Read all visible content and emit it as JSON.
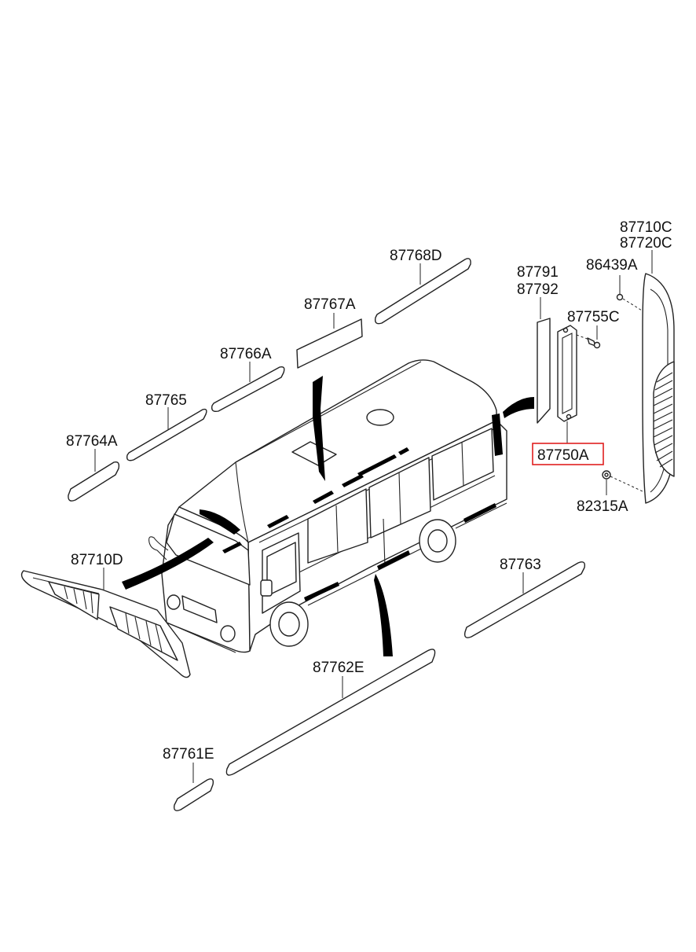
{
  "labels": {
    "p87768D": "87768D",
    "p87767A": "87767A",
    "p87766A": "87766A",
    "p87765": "87765",
    "p87764A": "87764A",
    "p87791": "87791",
    "p87792": "87792",
    "p87755C": "87755C",
    "p87750A": "87750A",
    "p82315A": "82315A",
    "p86439A": "86439A",
    "p87710C": "87710C",
    "p87720C": "87720C",
    "p87710D": "87710D",
    "p87763": "87763",
    "p87762E": "87762E",
    "p87761E": "87761E"
  },
  "highlight": {
    "part": "87750A",
    "color": "#e02020"
  }
}
